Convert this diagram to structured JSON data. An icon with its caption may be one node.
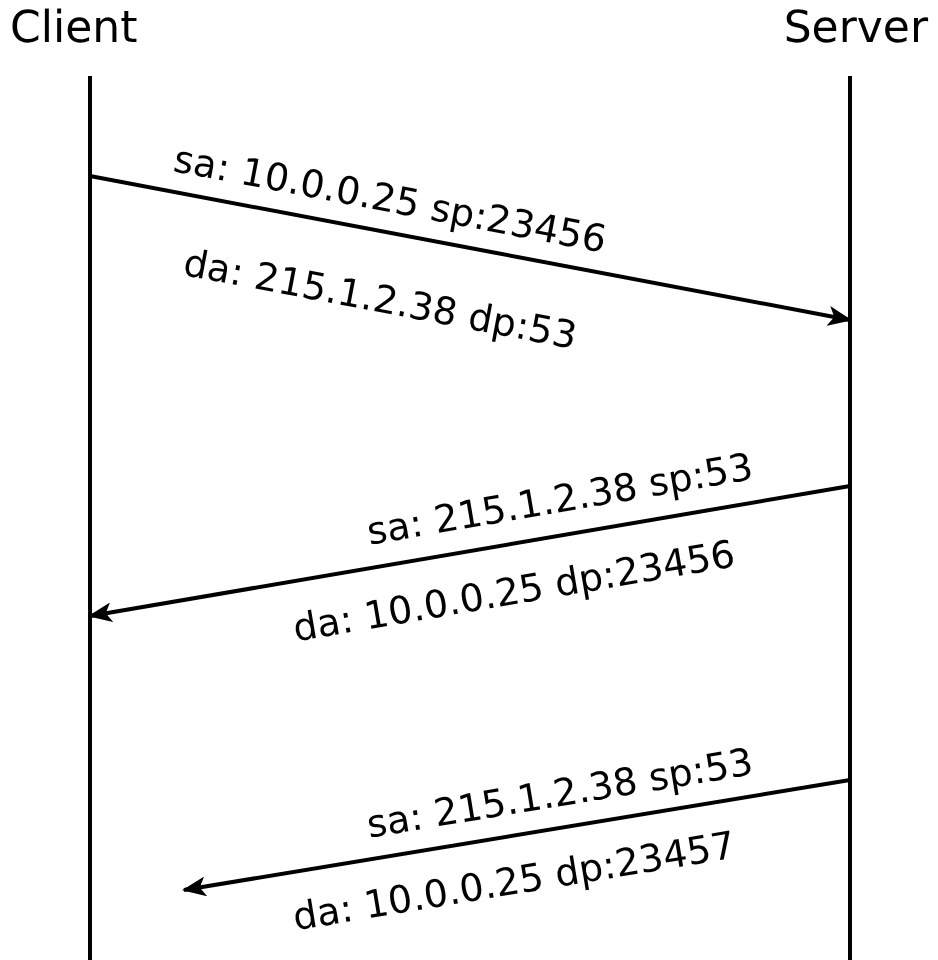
{
  "diagram": {
    "nodes": [
      {
        "text": [
          "Client"
        ]
      },
      {
        "text": [
          "Server"
        ]
      }
    ],
    "edges": [
      {
        "from": 0,
        "to": 1,
        "arrow": "to",
        "label": "sa: 10.0.0.25 sp:23456"
      },
      {
        "from": 1,
        "to": 0,
        "arrow": "to",
        "label": "sa: 215.1.2.38 sp:53"
      },
      {
        "from": 1,
        "to": null,
        "arrow": "to",
        "label": "sa: 215.1.2.38 sp:53"
      }
    ],
    "labels": [
      "da: 215.1.2.38 dp:53",
      "da: 10.0.0.25 dp:23456",
      "da: 10.0.0.25 dp:23457"
    ]
  }
}
